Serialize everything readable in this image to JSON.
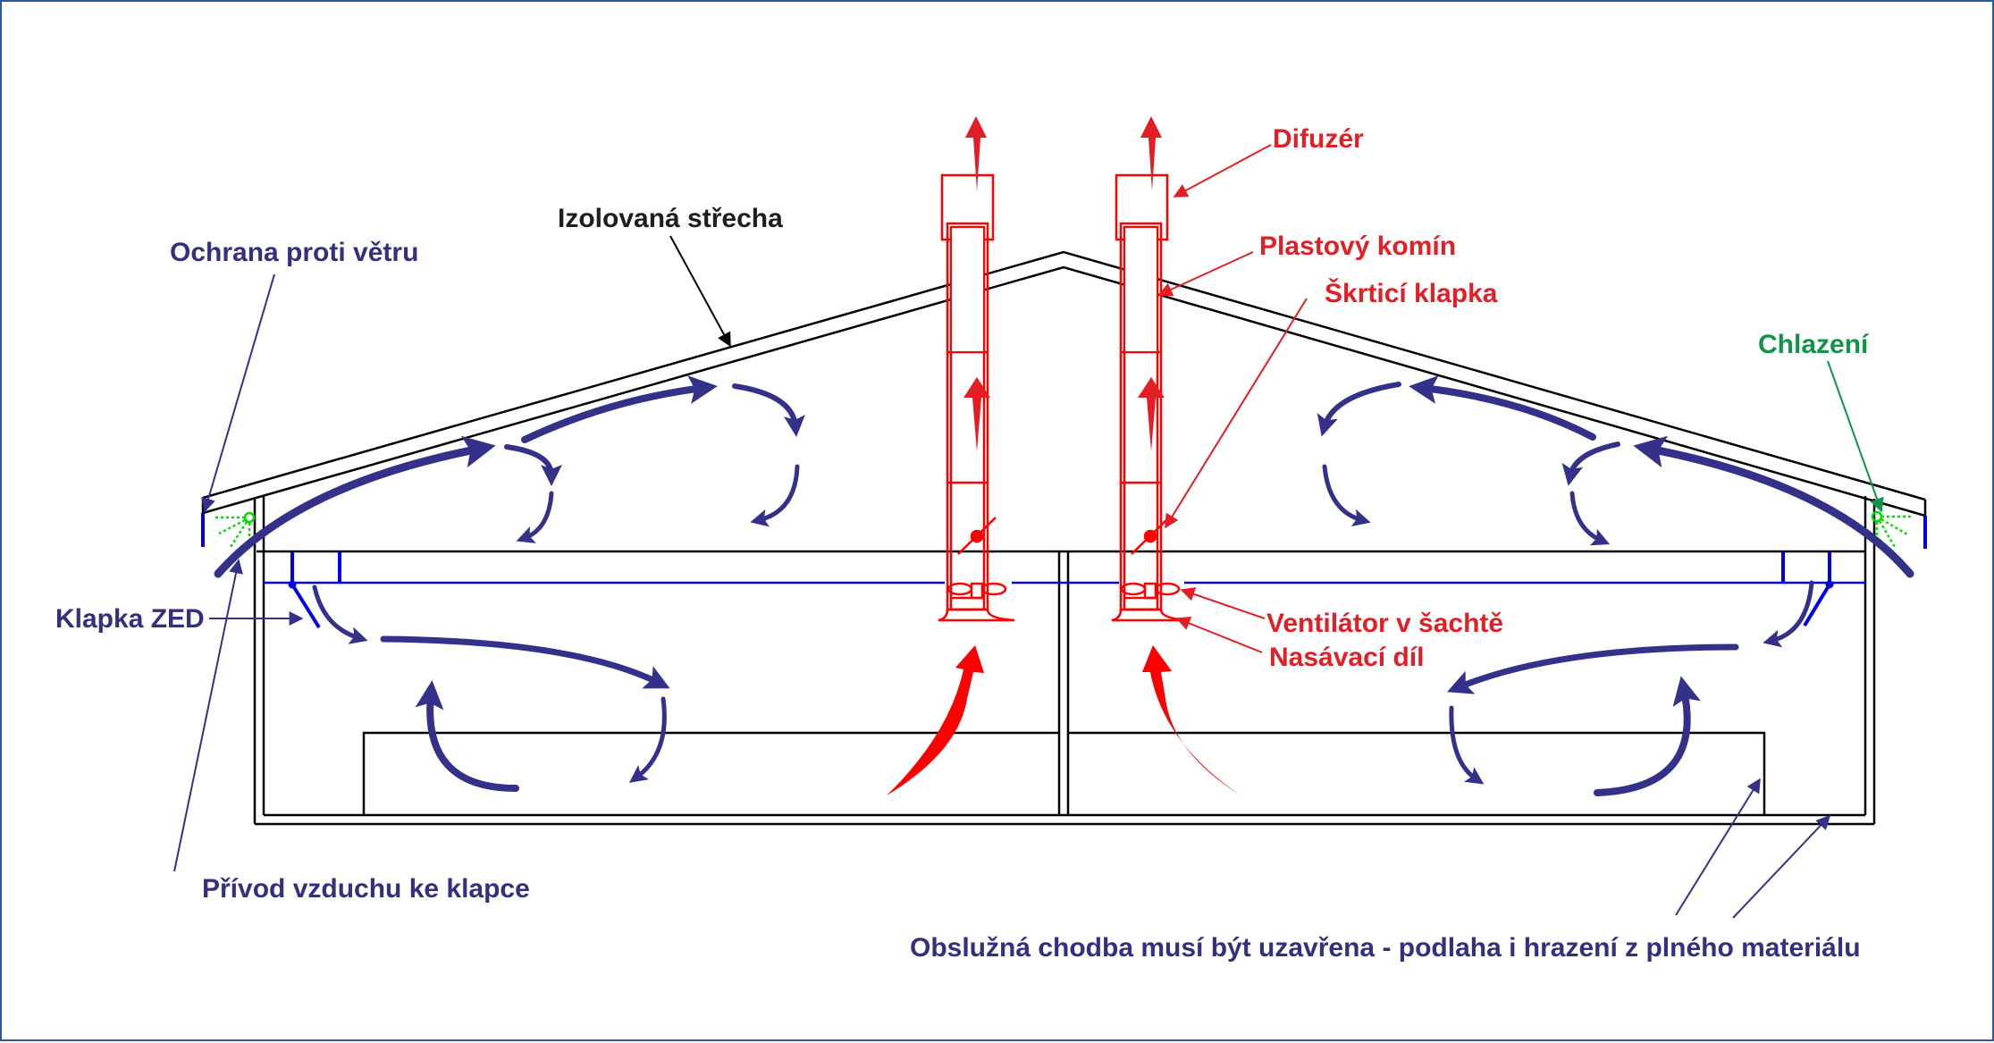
{
  "title": "Ventilation scheme of an insulated-roof building",
  "colors": {
    "structure": "#000000",
    "airflow": "#34318a",
    "chimney": "#ff0000",
    "label_red": "#e31e25",
    "label_navy": "#33307f",
    "label_green": "#0f9549",
    "cooling": "#00dd00",
    "flap": "#0000ee",
    "frame_border": "#2a5a9a"
  },
  "labels": {
    "insulated_roof": "Izolovaná střecha",
    "wind_protection": "Ochrana proti větru",
    "zed_flap": "Klapka ZED",
    "air_supply_to_flap": "Přívod vzduchu ke klapce",
    "diffuser": "Difuzér",
    "plastic_chimney": "Plastový komín",
    "throttle_flap": "Škrticí klapka",
    "cooling": "Chlazení",
    "shaft_fan": "Ventilátor v šachtě",
    "intake_part": "Nasávací díl",
    "service_corridor_note": "Obslužná chodba musí být uzavřena - podlaha i hrazení z plného materiálu"
  },
  "icons": {
    "exhaust_arrow": "upward-exhaust-arrow",
    "intake_arrow": "curved-intake-arrow",
    "airflow_arrow": "curved-airflow-arrow",
    "fan": "axial-fan",
    "damper": "throttle-damper",
    "sprinkler": "cooling-nozzle"
  }
}
